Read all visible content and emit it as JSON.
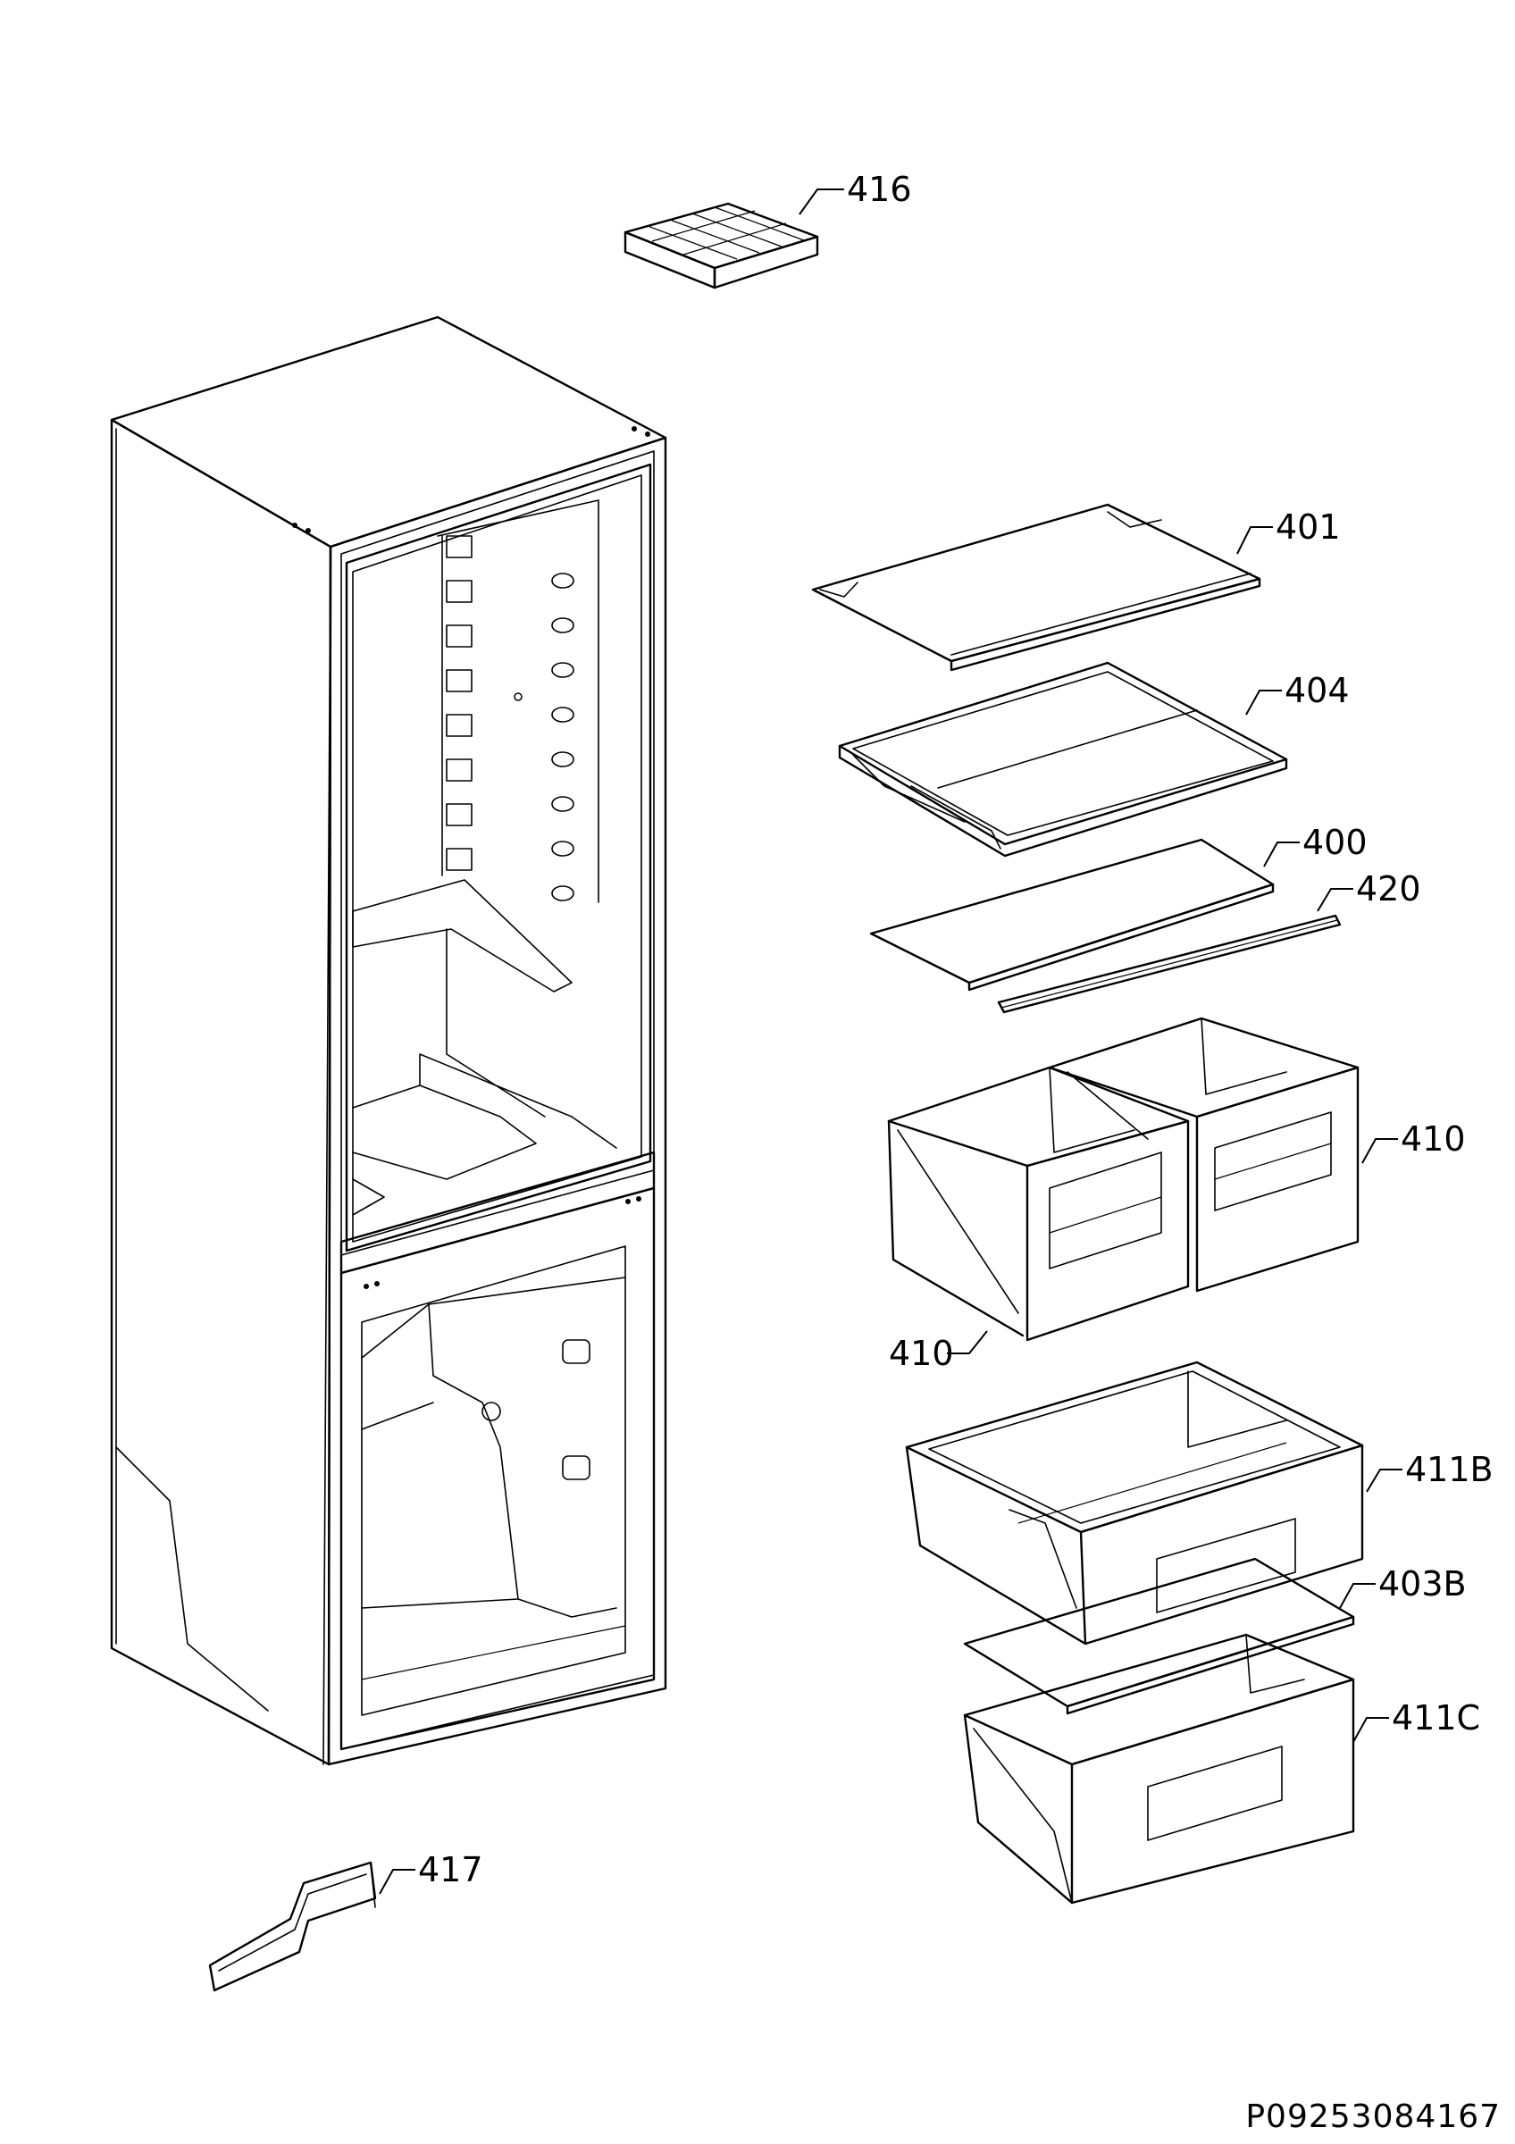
{
  "document_number": "P09253084167",
  "parts": [
    {
      "id": "part-416",
      "label": "416"
    },
    {
      "id": "part-401",
      "label": "401"
    },
    {
      "id": "part-404",
      "label": "404"
    },
    {
      "id": "part-400",
      "label": "400"
    },
    {
      "id": "part-420",
      "label": "420"
    },
    {
      "id": "part-410-right",
      "label": "410"
    },
    {
      "id": "part-410-left",
      "label": "410"
    },
    {
      "id": "part-411B",
      "label": "411B"
    },
    {
      "id": "part-403B",
      "label": "403B"
    },
    {
      "id": "part-411C",
      "label": "411C"
    },
    {
      "id": "part-417",
      "label": "417"
    }
  ]
}
